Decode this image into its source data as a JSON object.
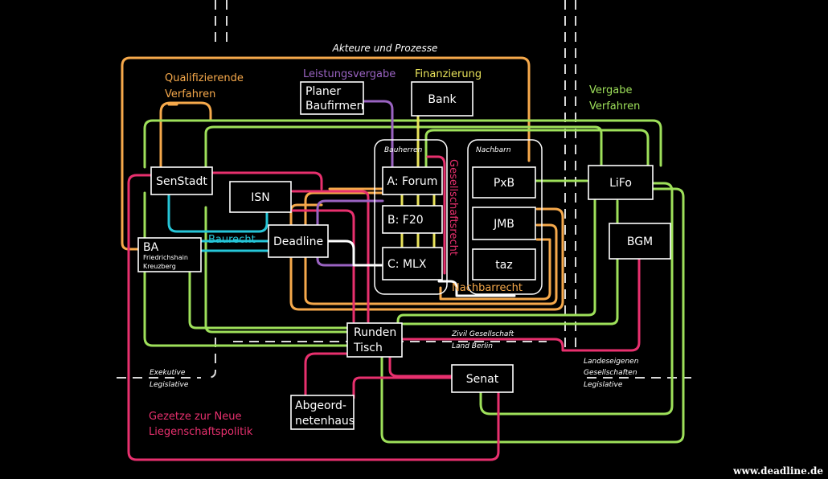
{
  "title": "Akteure und Prozesse",
  "colors": {
    "orange": "#f6a94b",
    "green": "#9ee05a",
    "pink": "#e8306e",
    "purple": "#9a63c2",
    "yellow": "#e8e25a",
    "cyan": "#26c6d8",
    "white": "#ffffff"
  },
  "groups": {
    "qualifizierende": "Qualifizierende",
    "verfahren": "Verfahren",
    "leistungsvergabe": "Leistungsvergabe",
    "finanzierung": "Finanzierung",
    "vergabe": "Vergabe",
    "vergabe_verfahren": "Verfahren",
    "baurecht": "Baurecht",
    "gesellschaftsrecht": "Gesellschaftsrecht",
    "nachbarrecht": "Nachbarrecht",
    "gesetze_line1": "Gezetze zur Neue",
    "gesetze_line2": "Liegenschaftspolitik",
    "bauherren": "Bauherren",
    "nachbarn": "Nachbarn"
  },
  "nodes": {
    "planer_1": "Planer",
    "planer_2": "Baufirmen",
    "bank": "Bank",
    "senstadt": "SenStadt",
    "isn": "ISN",
    "deadline": "Deadline",
    "ba": "BA",
    "ba_sub1": "Friedrichshain",
    "ba_sub2": "Kreuzberg",
    "forum": "A: Forum",
    "f20": "B: F20",
    "mlx": "C: MLX",
    "pxb": "PxB",
    "jmb": "JMB",
    "taz": "taz",
    "lifo": "LiFo",
    "bgm": "BGM",
    "runden_1": "Runden",
    "runden_2": "Tisch",
    "senat": "Senat",
    "abgeord_1": "Abgeord-",
    "abgeord_2": "netenhaus"
  },
  "annotations": {
    "zivil": "Zivil Gesellschaft",
    "land": "Land Berlin",
    "exekutive": "Exekutive",
    "legislative_left": "Legislative",
    "landeseigenen": "Landeseigenen",
    "gesellschaften": "Gesellschaften",
    "legislative_right": "Legislative"
  },
  "watermark": "www.deadline.de"
}
